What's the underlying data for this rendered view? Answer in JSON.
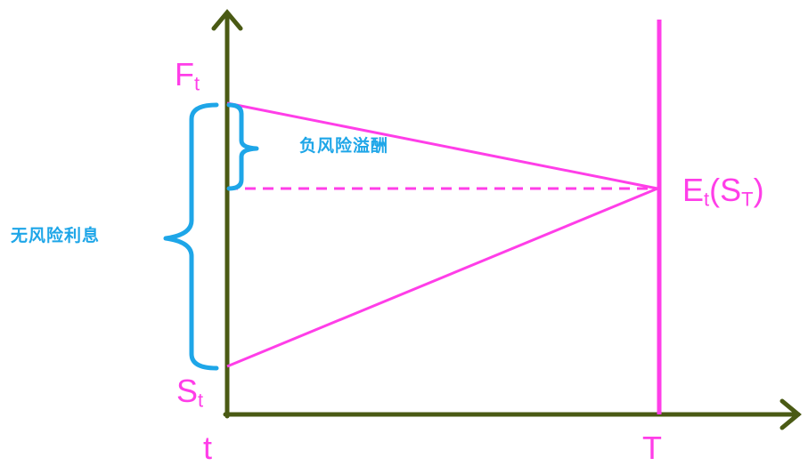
{
  "colors": {
    "axis": "#4a5a14",
    "pink": "#ff3ee8",
    "blue": "#1ea6e8"
  },
  "labels": {
    "F": "F",
    "F_sub": "t",
    "S": "S",
    "S_sub": "t",
    "E": "E",
    "E_sub": "t",
    "E_arg_open": "(S",
    "E_arg_sub": "T",
    "E_arg_close": ")",
    "x_tick_t": "t",
    "x_tick_T": "T",
    "risk_free": "无风险利息",
    "negative_premium": "负风险溢酬"
  }
}
